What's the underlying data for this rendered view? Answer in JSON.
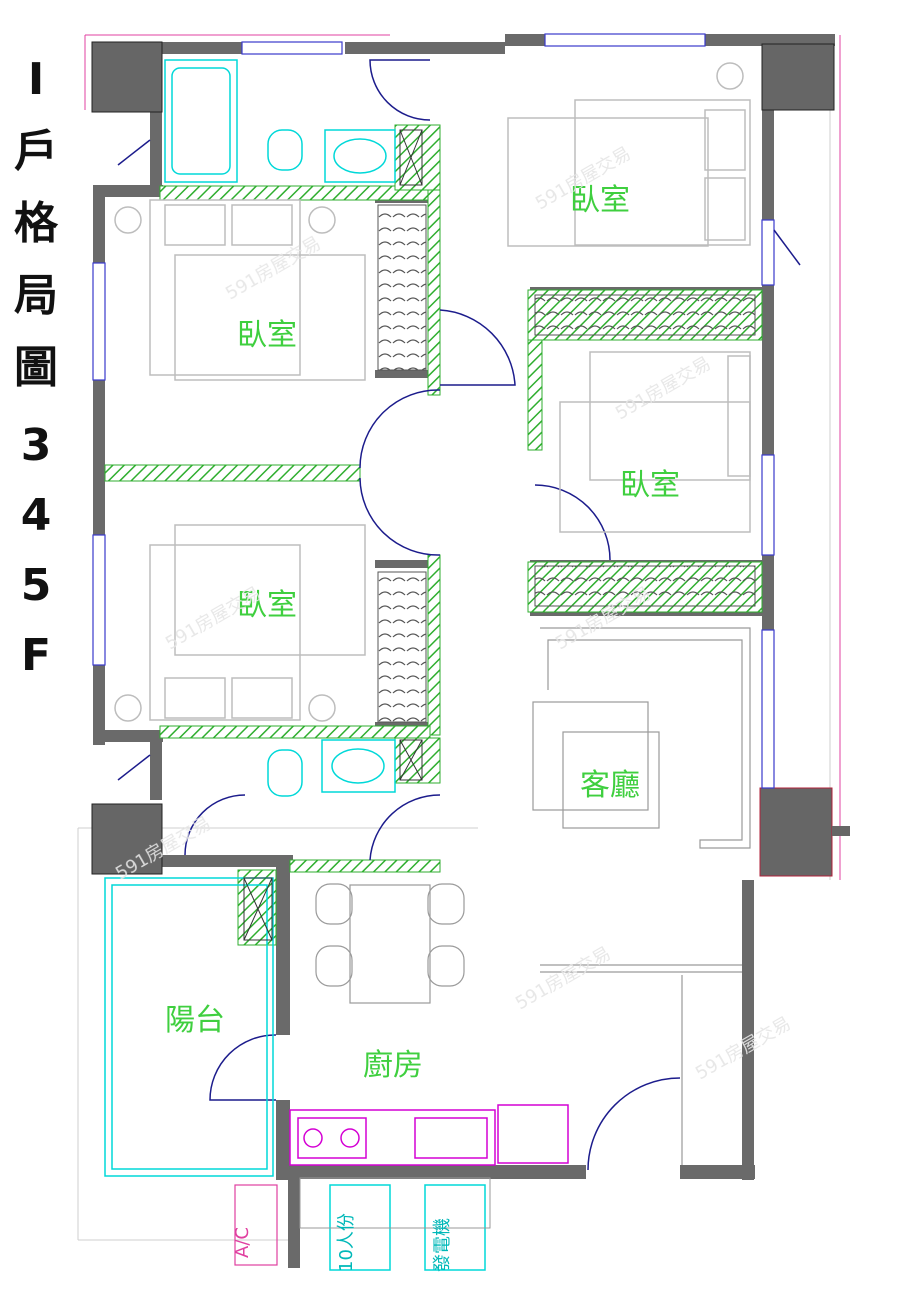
{
  "title_chars": [
    "I",
    "戶",
    "格",
    "局",
    "圖",
    "3",
    "4",
    "5",
    "F"
  ],
  "rooms": {
    "bedroom_top_right": "臥室",
    "bedroom_upper_left": "臥室",
    "bedroom_middle_right": "臥室",
    "bedroom_lower_left": "臥室",
    "living_room": "客廳",
    "balcony": "陽台",
    "kitchen": "廚房"
  },
  "fixtures": {
    "ac": "A/C",
    "water_heater": "10人份",
    "shaft": "發電機"
  },
  "watermark": "591房屋交易",
  "colors": {
    "wall": "#6a6a6a",
    "column": "#666666",
    "hatch": "#2fae2f",
    "label": "#3fcf3f",
    "door": "#1c1c8c",
    "fixture": "#00d8d8",
    "kitchen": "#d400d4",
    "outline": "#e040a0"
  }
}
